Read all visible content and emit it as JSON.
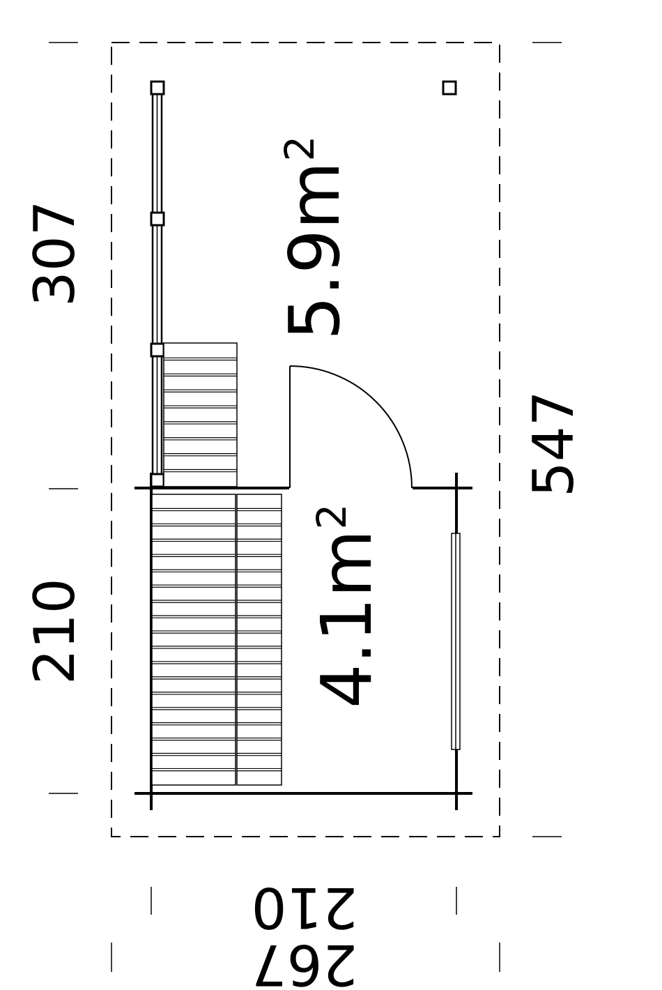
{
  "dimensions": {
    "upper_depth": "307",
    "lower_depth": "210",
    "total_depth": "547",
    "inner_width": "210",
    "total_width": "267"
  },
  "areas": {
    "upper_room": {
      "value": "5.9m",
      "sup": "2"
    },
    "lower_room": {
      "value": "4.1m",
      "sup": "2"
    }
  },
  "colors": {
    "line": "#000000",
    "background": "#ffffff"
  }
}
